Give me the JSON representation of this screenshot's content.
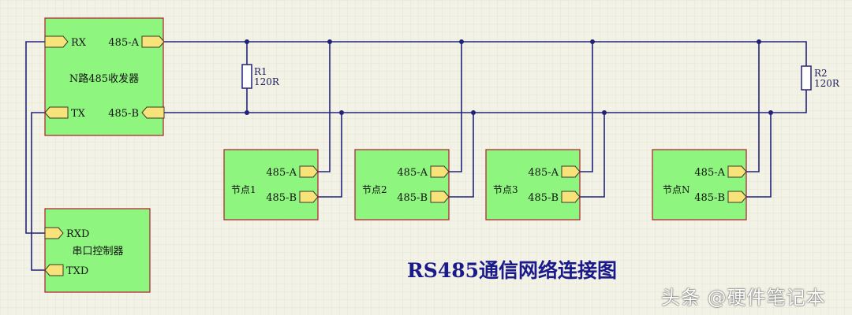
{
  "title": "RS485通信网络连接图",
  "watermark": "头条 @硬件笔记本",
  "colors": {
    "background": "#f3f2e6",
    "wire": "#22227a",
    "block_fill": "#8ef57e",
    "block_border": "#b01a2e",
    "port_fill": "#f8e27a",
    "port_border": "#3a3a2a",
    "title": "#1a1a8c"
  },
  "transceiver": {
    "name": "N路485收发器",
    "pins": {
      "rx": "RX",
      "tx": "TX",
      "a": "485-A",
      "b": "485-B"
    }
  },
  "serial_controller": {
    "name": "串口控制器",
    "pins": {
      "rxd": "RXD",
      "txd": "TXD"
    }
  },
  "resistors": [
    {
      "ref": "R1",
      "value": "120R"
    },
    {
      "ref": "R2",
      "value": "120R"
    }
  ],
  "nodes": [
    {
      "name": "节点1",
      "pin_a": "485-A",
      "pin_b": "485-B"
    },
    {
      "name": "节点2",
      "pin_a": "485-A",
      "pin_b": "485-B"
    },
    {
      "name": "节点3",
      "pin_a": "485-A",
      "pin_b": "485-B"
    },
    {
      "name": "节点N",
      "pin_a": "485-A",
      "pin_b": "485-B"
    }
  ]
}
